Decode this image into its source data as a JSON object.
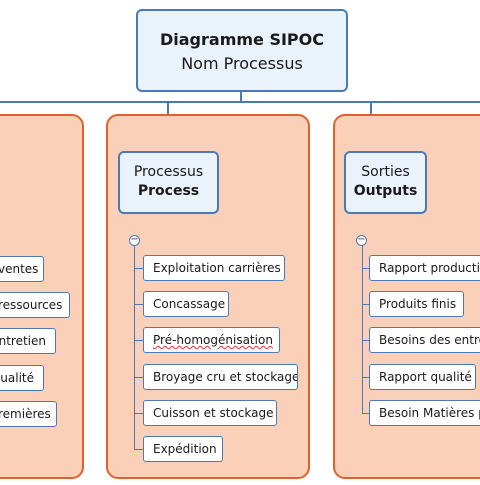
{
  "root": {
    "title": "Diagramme SIPOC",
    "subtitle": "Nom Processus"
  },
  "columns": [
    {
      "id": "left",
      "items": [
        "ventes",
        "ressources",
        "ntretien",
        "ualité",
        "remières"
      ]
    },
    {
      "id": "process",
      "label_line1": "Processus",
      "label_line2": "Process",
      "items": [
        "Exploitation carrières",
        "Concassage",
        "Pré-homogénisation",
        "Broyage cru et stockage",
        "Cuisson et stockage",
        "Expédition"
      ]
    },
    {
      "id": "outputs",
      "label_line1": "Sorties",
      "label_line2": "Outputs",
      "items": [
        "Rapport production",
        "Produits finis",
        "Besoins des entretiens",
        "Rapport qualité",
        "Besoin Matières premières"
      ]
    }
  ],
  "colors": {
    "connector": "#4a7ab5",
    "column_fill": "#fbd0b8",
    "column_border": "#e1602c",
    "header_fill": "#eaf2fb"
  },
  "icons": {
    "collapse": "minus-circle-icon"
  }
}
